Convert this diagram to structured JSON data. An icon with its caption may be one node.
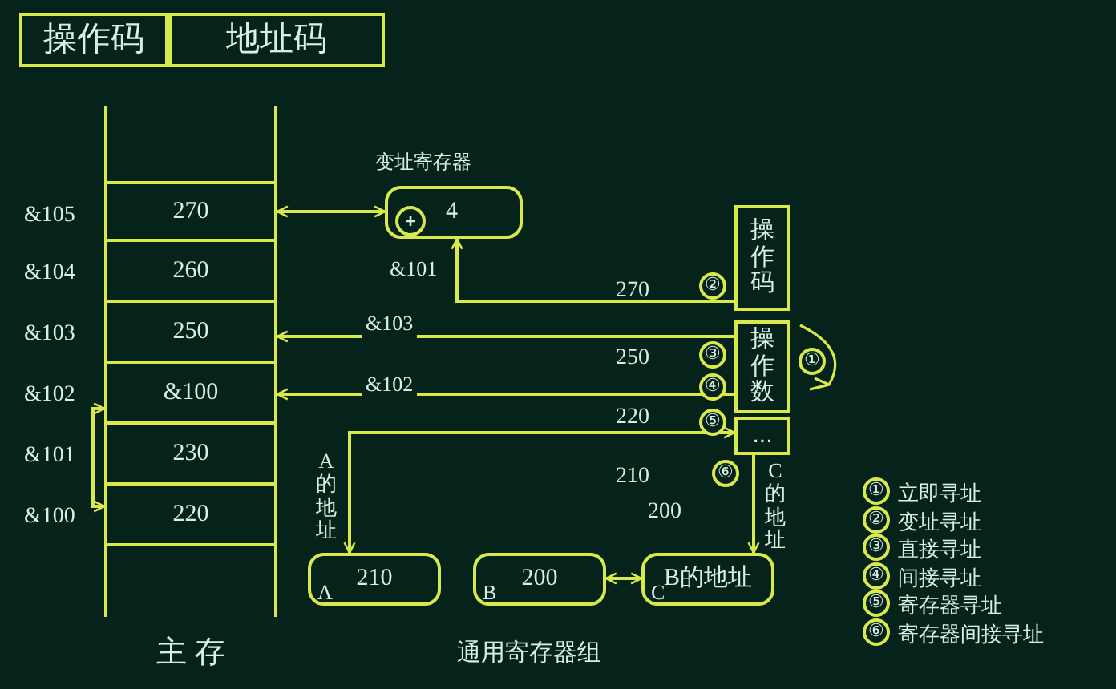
{
  "diagram": {
    "nodes": [
      {
        "text": [
          "操作码"
        ]
      },
      {
        "text": [
          "地址码"
        ]
      },
      {
        "text": [
          "主 存"
        ]
      },
      {
        "text": [
          "270"
        ],
        "in": 2,
        "beside": [
          "&105"
        ]
      },
      {
        "text": [
          "260"
        ],
        "in": 2,
        "beside": [
          "&104"
        ]
      },
      {
        "text": [
          "250"
        ],
        "in": 2,
        "beside": [
          "&103"
        ]
      },
      {
        "text": [
          "&100"
        ],
        "in": 2,
        "beside": [
          "&102"
        ]
      },
      {
        "text": [
          "230"
        ],
        "in": 2,
        "beside": [
          "&101"
        ]
      },
      {
        "text": [
          "220"
        ],
        "in": 2,
        "beside": [
          "&100"
        ]
      },
      {
        "text": [
          "变址寄存器",
          "4"
        ]
      },
      {
        "text": [
          "操作码"
        ]
      },
      {
        "text": [
          "操作数"
        ]
      },
      {
        "text": [
          "..."
        ]
      },
      {
        "text": [
          "A",
          "210"
        ]
      },
      {
        "text": [
          "B",
          "200"
        ]
      },
      {
        "text": [
          "C",
          "B的地址"
        ]
      }
    ],
    "edges": [
      {
        "from": 9,
        "to": 3,
        "arrow": "both"
      },
      {
        "from": 10,
        "to": 9,
        "arrow": "to",
        "label": "&101"
      },
      {
        "from": 11,
        "to": 5,
        "arrow": "to",
        "label": "&103"
      },
      {
        "from": 11,
        "to": 6,
        "arrow": "to",
        "label": "&102"
      },
      {
        "from": 6,
        "to": 8,
        "arrow": "both"
      },
      {
        "from": 12,
        "to": 13,
        "arrow": "both",
        "label": "A的地址"
      },
      {
        "from": 12,
        "to": 15,
        "arrow": "to",
        "label": "C的地址"
      },
      {
        "from": 14,
        "to": 15,
        "arrow": "both"
      }
    ],
    "labels": [
      "270",
      "②",
      "250",
      "③",
      "①",
      "④",
      "220",
      "⑤",
      "210",
      "⑥",
      "200",
      "通用寄存器组",
      "①",
      "立即寻址",
      "②",
      "变址寻址",
      "③",
      "直接寻址",
      "④",
      "间接寻址",
      "⑤",
      "寄存器寻址",
      "⑥",
      "寄存器间接寻址"
    ]
  }
}
